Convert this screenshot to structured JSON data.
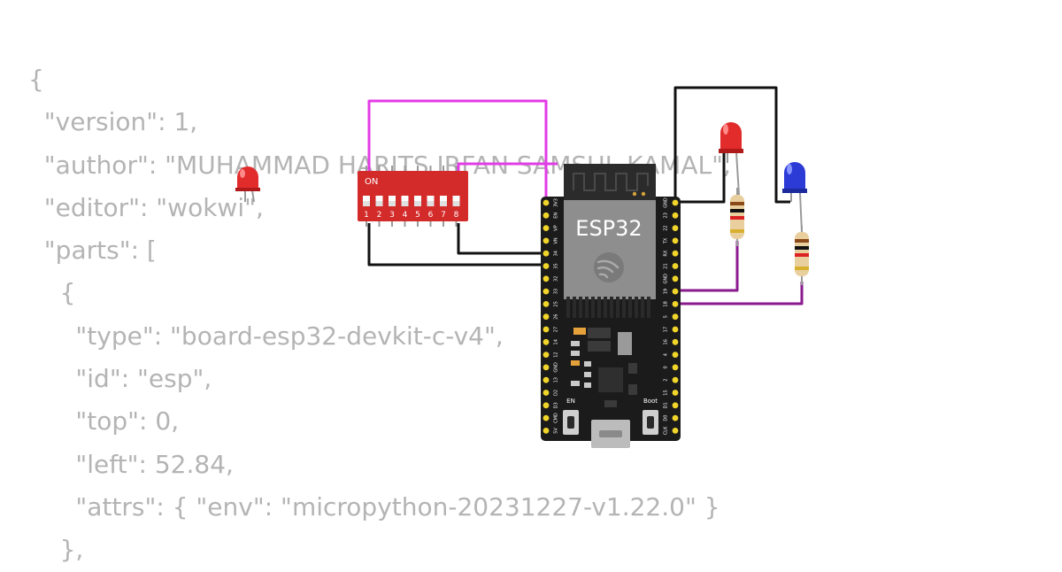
{
  "code": {
    "lines": [
      "{",
      "  \"version\": 1,",
      "  \"author\": \"MUHAMMAD HARITS IRFAN SAMSUL KAMAL\",",
      "  \"editor\": \"wokwi\",",
      "  \"parts\": [",
      "    {",
      "      \"type\": \"board-esp32-devkit-c-v4\",",
      "      \"id\": \"esp\",",
      "      \"top\": 0,",
      "      \"left\": 52.84,",
      "      \"attrs\": { \"env\": \"micropython-20231227-v1.22.0\" }",
      "    },"
    ]
  },
  "dip_switch": {
    "on_label": "ON",
    "numbers": [
      "1",
      "2",
      "3",
      "4",
      "5",
      "6",
      "7",
      "8"
    ]
  },
  "esp32": {
    "chip_label": "ESP32",
    "en_label": "EN",
    "boot_label": "Boot",
    "left_pins": [
      "3V3",
      "EN",
      "VP",
      "VN",
      "34",
      "35",
      "32",
      "33",
      "25",
      "26",
      "27",
      "14",
      "12",
      "GND",
      "13",
      "D2",
      "D3",
      "CMD",
      "5V"
    ],
    "right_pins": [
      "GND",
      "23",
      "22",
      "TX",
      "RX",
      "21",
      "GND",
      "19",
      "18",
      "5",
      "17",
      "16",
      "4",
      "0",
      "2",
      "15",
      "D1",
      "D0",
      "CLK"
    ]
  },
  "colors": {
    "wire_magenta": "#e23ce6",
    "wire_purple": "#8a1a8e",
    "wire_black": "#111111",
    "board": "#1b1b1b",
    "pin_gold": "#f1d52a",
    "dip_red": "#d32a2a",
    "led_red": "#e22b2b",
    "led_blue": "#2c3bd6"
  }
}
